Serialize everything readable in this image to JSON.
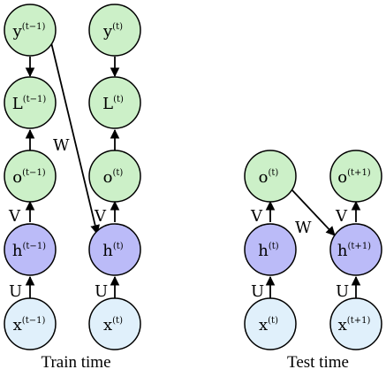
{
  "colors": {
    "green_fill": "#ccf0c8",
    "blue_fill": "#bbbbf8",
    "light_fill": "#e0f0fb",
    "stroke": "#000000"
  },
  "captions": {
    "train": "Train time",
    "test": "Test time"
  },
  "train": {
    "left_column": {
      "y": {
        "var": "y",
        "sup": "(t−1)"
      },
      "L": {
        "var": "L",
        "sup": "(t−1)"
      },
      "o": {
        "var": "o",
        "sup": "(t−1)"
      },
      "h": {
        "var": "h",
        "sup": "(t−1)"
      },
      "x": {
        "var": "x",
        "sup": "(t−1)"
      },
      "V": "V",
      "U": "U"
    },
    "right_column": {
      "y": {
        "var": "y",
        "sup": "(t)"
      },
      "L": {
        "var": "L",
        "sup": "(t)"
      },
      "o": {
        "var": "o",
        "sup": "(t)"
      },
      "h": {
        "var": "h",
        "sup": "(t)"
      },
      "x": {
        "var": "x",
        "sup": "(t)"
      },
      "V": "V",
      "U": "U"
    },
    "W": "W"
  },
  "test": {
    "left_column": {
      "o": {
        "var": "o",
        "sup": "(t)"
      },
      "h": {
        "var": "h",
        "sup": "(t)"
      },
      "x": {
        "var": "x",
        "sup": "(t)"
      },
      "V": "V",
      "U": "U"
    },
    "right_column": {
      "o": {
        "var": "o",
        "sup": "(t+1)"
      },
      "h": {
        "var": "h",
        "sup": "(t+1)"
      },
      "x": {
        "var": "x",
        "sup": "(t+1)"
      },
      "V": "V",
      "U": "U"
    },
    "W": "W"
  }
}
